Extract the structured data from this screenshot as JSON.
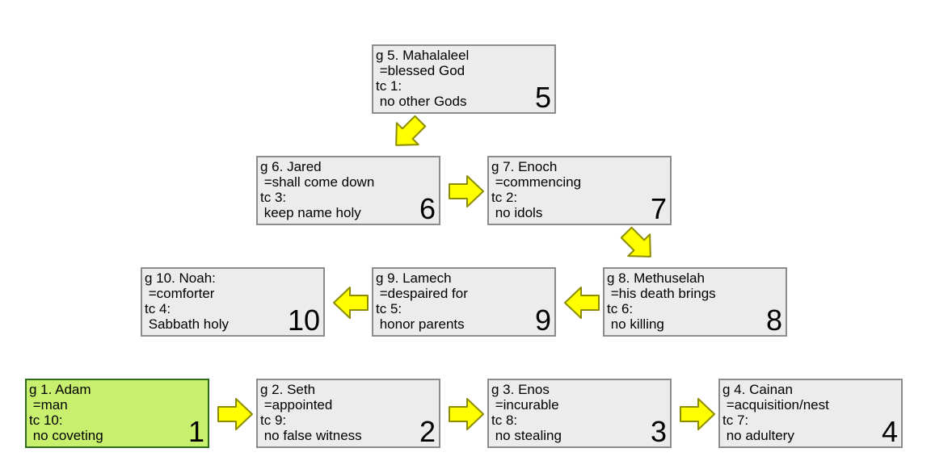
{
  "diagram": {
    "nodes": [
      {
        "id": "n5",
        "gen": "g 5. Mahalaleel",
        "meaning": " =blessed God",
        "tc": "tc 1:",
        "command": " no other Gods",
        "number": "5"
      },
      {
        "id": "n6",
        "gen": "g 6. Jared",
        "meaning": " =shall come down",
        "tc": "tc 3:",
        "command": " keep name holy",
        "number": "6"
      },
      {
        "id": "n7",
        "gen": "g 7. Enoch",
        "meaning": " =commencing",
        "tc": "tc 2:",
        "command": " no idols",
        "number": "7"
      },
      {
        "id": "n10",
        "gen": "g 10. Noah:",
        "meaning": " =comforter",
        "tc": "tc 4:",
        "command": " Sabbath holy",
        "number": "10"
      },
      {
        "id": "n9",
        "gen": "g 9. Lamech",
        "meaning": " =despaired for",
        "tc": "tc 5:",
        "command": " honor parents",
        "number": "9"
      },
      {
        "id": "n8",
        "gen": "g 8. Methuselah",
        "meaning": " =his death brings",
        "tc": "tc 6:",
        "command": " no killing",
        "number": "8"
      },
      {
        "id": "n1",
        "gen": "g 1. Adam",
        "meaning": " =man",
        "tc": "tc 10:",
        "command": " no coveting",
        "number": "1"
      },
      {
        "id": "n2",
        "gen": "g 2. Seth",
        "meaning": " =appointed",
        "tc": "tc 9:",
        "command": " no false witness",
        "number": "2"
      },
      {
        "id": "n3",
        "gen": "g 3. Enos",
        "meaning": " =incurable",
        "tc": "tc 8:",
        "command": " no stealing",
        "number": "3"
      },
      {
        "id": "n4",
        "gen": "g 4. Cainan",
        "meaning": " =acquisition/nest",
        "tc": "tc 7:",
        "command": " no adultery",
        "number": "4"
      }
    ],
    "colors": {
      "node_fill": "#ececec",
      "node_border": "#8c8c8c",
      "highlight_fill": "#c8f06e",
      "highlight_border": "#2e6b1c",
      "arrow_fill": "#ffff00",
      "arrow_stroke": "#8c8c00"
    }
  }
}
